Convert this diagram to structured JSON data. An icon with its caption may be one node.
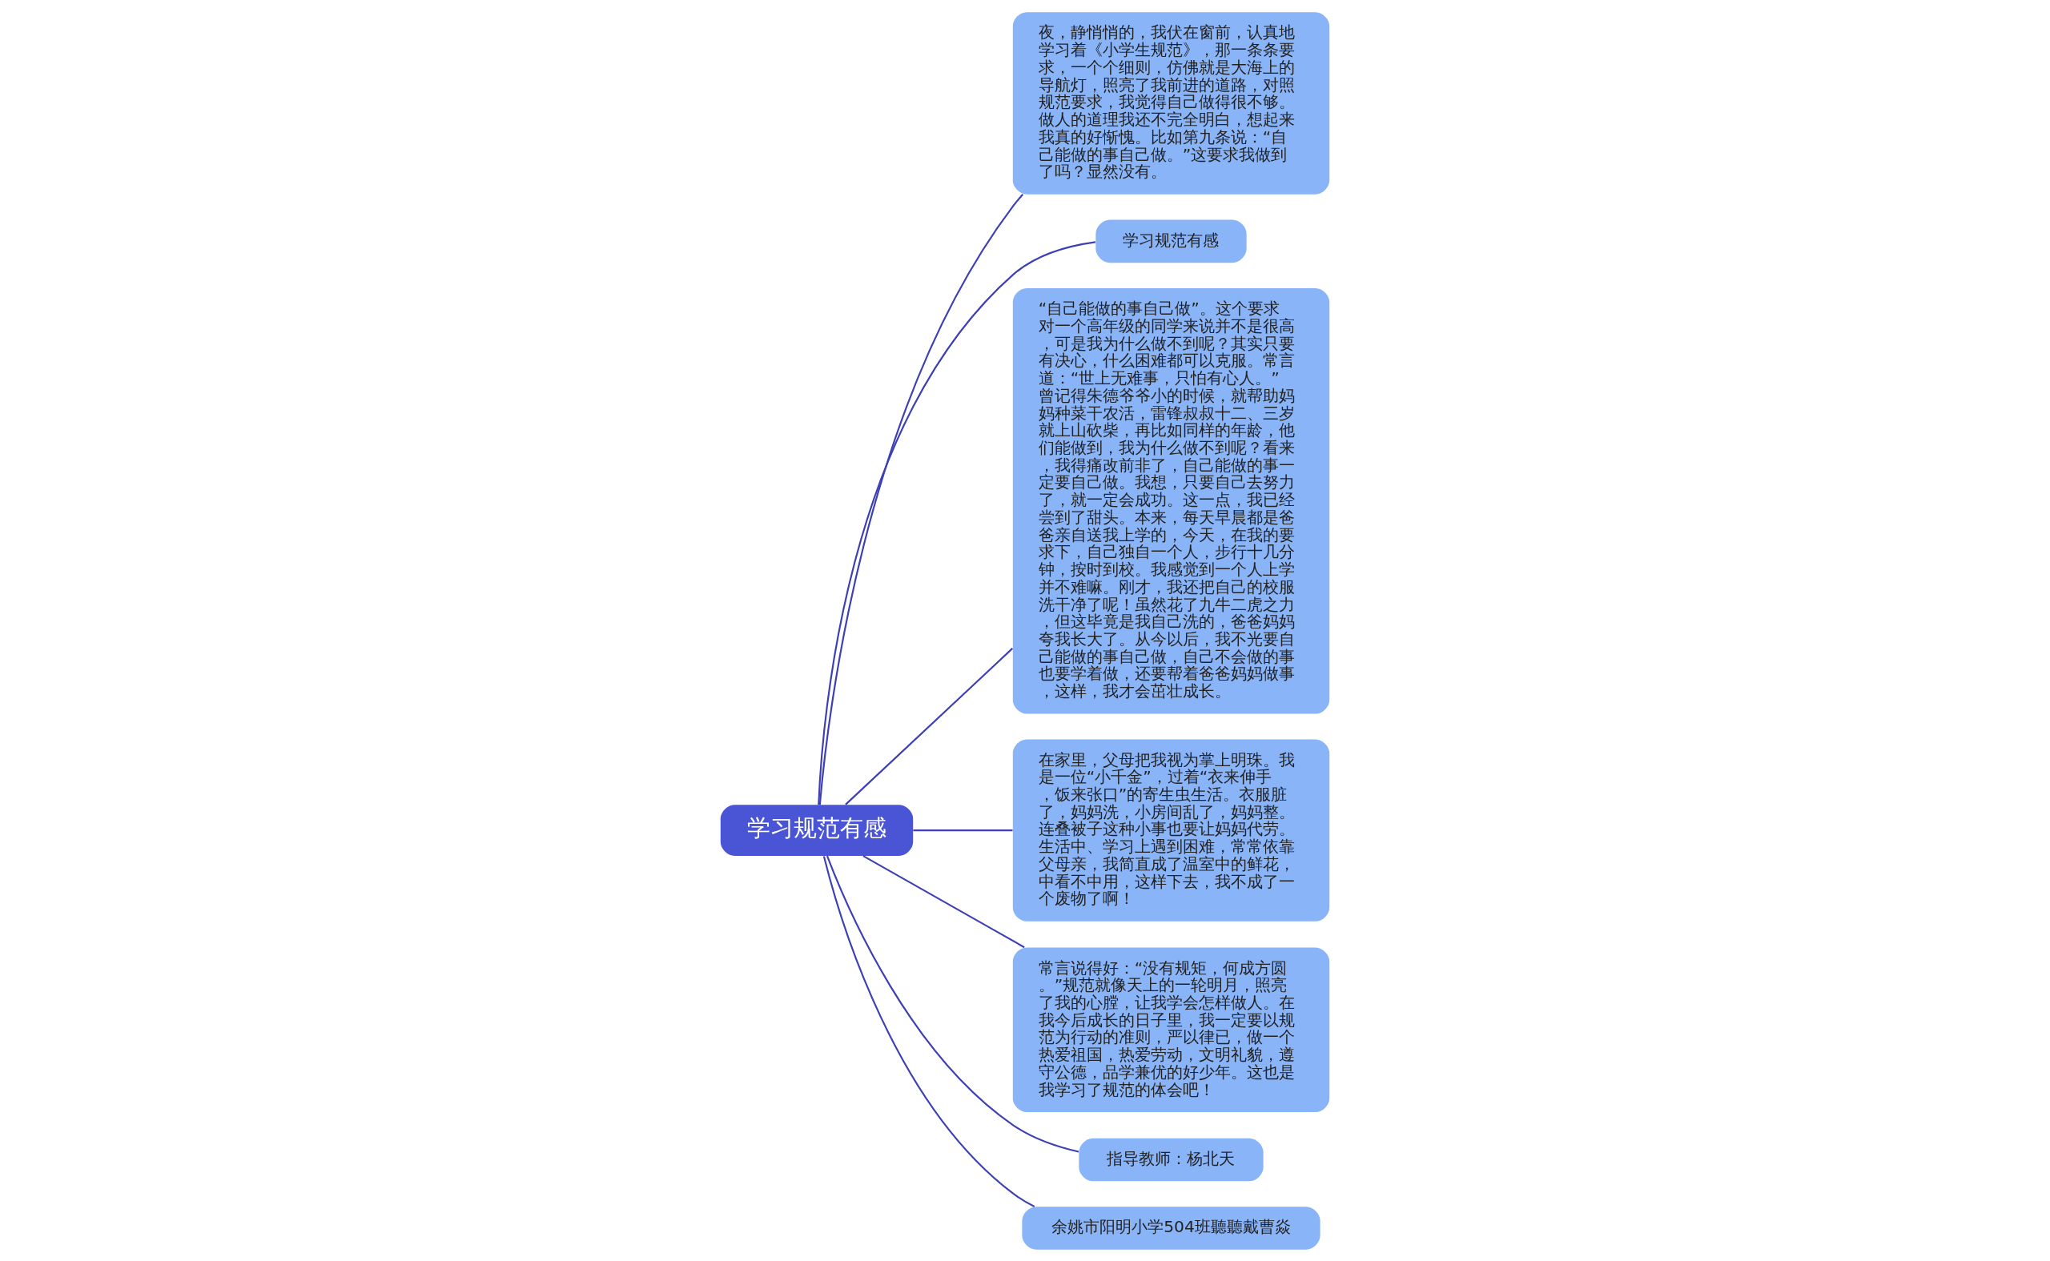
{
  "diagram": {
    "nodes": [
      {
        "text": [
          "学习规范有感"
        ]
      },
      {
        "text": [
          "夜，静悄悄的，我伏在窗前，认真地学习着《小学生规范》，那一条条要求，一个个细则，仿佛就是大海上的导航灯，照亮了我前进的道路，对照规范要求，我觉得自己做得很不够。做人的道理我还不完全明白，想起来我真的好惭愧。比如第九条说：“自己能做的事自己做。”这要求我做到了吗？显然没有。"
        ]
      },
      {
        "text": [
          "学习规范有感"
        ]
      },
      {
        "text": [
          "“自己能做的事自己做”。这个要求对一个高年级的同学来说并不是很高，可是我为什么做不到呢？其实只要有决心，什么困难都可以克服。常言道：“世上无难事，只怕有心人。”曾记得朱德爷爷小的时候，就帮助妈妈种菜干农活，雷锋叔叔十二、三岁就上山砍柴，再比如同样的年龄，他们能做到，我为什么做不到呢？看来，我得痛改前非了，自己能做的事一定要自己做。我想，只要自己去努力了，就一定会成功。这一点，我已经尝到了甜头。本来，每天早晨都是爸爸亲自送我上学的，今天，在我的要求下，自己独自一个人，步行十几分钟，按时到校。我感觉到一个人上学并不难嘛。刚才，我还把自己的校服洗干净了呢！虽然花了九牛二虎之力，但这毕竟是我自己洗的，爸爸妈妈夸我长大了。从今以后，我不光要自己能做的事自己做，自己不会做的事也要学着做，还要帮着爸爸妈妈做事，这样，我才会茁壮成长。"
        ]
      },
      {
        "text": [
          "在家里，父母把我视为掌上明珠。我是一位“小千金”，过着“衣来伸手，饭来张口”的寄生虫生活。衣服脏了，妈妈洗，小房间乱了，妈妈整。连叠被子这种小事也要让妈妈代劳。生活中、学习上遇到困难，常常依靠父母亲，我简直成了温室中的鲜花，中看不中用，这样下去，我不成了一个废物了啊！"
        ]
      },
      {
        "text": [
          "常言说得好：“没有规矩，何成方圆。”规范就像天上的一轮明月，照亮了我的心膛，让我学会怎样做人。在我今后成长的日子里，我一定要以规范为行动的准则，严以律已，做一个热爱祖国，热爱劳动，文明礼貌，遵守公德，品学兼优的好少年。这也是我学习了规范的体会吧！"
        ]
      },
      {
        "text": [
          "指导教师：杨北天"
        ]
      },
      {
        "text": [
          "余姚市阳明小学504班聽聽戴曹焱"
        ]
      }
    ],
    "edges": [
      {
        "from": 0,
        "to": 1,
        "arrow": "none"
      },
      {
        "from": 0,
        "to": 2,
        "arrow": "none"
      },
      {
        "from": 0,
        "to": 3,
        "arrow": "none"
      },
      {
        "from": 0,
        "to": 4,
        "arrow": "none"
      },
      {
        "from": 0,
        "to": 5,
        "arrow": "none"
      },
      {
        "from": 0,
        "to": 6,
        "arrow": "none"
      },
      {
        "from": 0,
        "to": 7,
        "arrow": "none"
      }
    ]
  }
}
